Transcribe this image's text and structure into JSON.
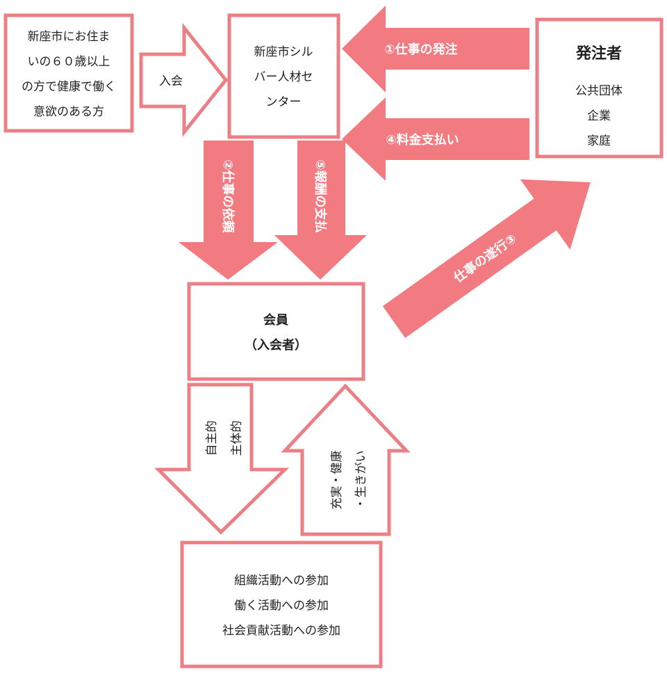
{
  "colors": {
    "accent": "#f27b81",
    "border": "#ec7f86"
  },
  "applicant_box": {
    "lines": [
      "新座市にお住ま",
      "いの６０歳以上",
      "の方で健康で働く",
      "意欲のある方"
    ]
  },
  "join_arrow": {
    "label": "入会"
  },
  "center_box": {
    "lines": [
      "新座市シル",
      "バー人材セ",
      "ンター"
    ]
  },
  "order_arrow": {
    "label": "①仕事の発注"
  },
  "payment_arrow": {
    "label": "④料金支払い"
  },
  "client_box": {
    "title": "発注者",
    "items": [
      "公共団体",
      "企業",
      "家庭"
    ]
  },
  "request_arrow": {
    "label": "②仕事の依頼"
  },
  "reward_arrow": {
    "label": "⑤報酬の支払"
  },
  "execute_arrow": {
    "label": "仕事の遂行③"
  },
  "member_box": {
    "lines": [
      "会員",
      "（入会者）"
    ]
  },
  "voluntary_arrow": {
    "lines": [
      "自主的",
      "主体的"
    ]
  },
  "fulfillment_arrow": {
    "lines": [
      "充実・健康",
      "・生きがい"
    ]
  },
  "participation_box": {
    "lines": [
      "組織活動への参加",
      "働く活動への参加",
      "社会貢献活動への参加"
    ]
  }
}
